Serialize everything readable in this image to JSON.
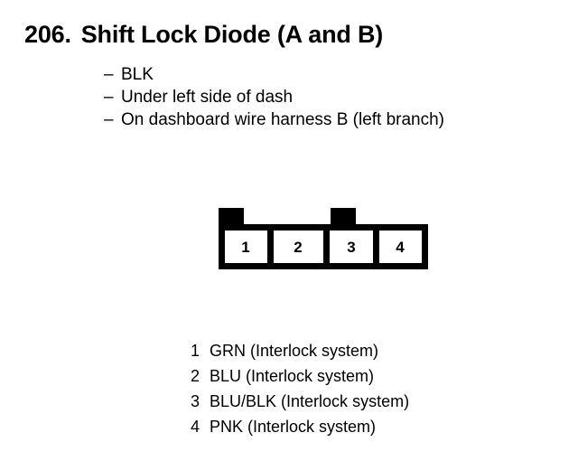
{
  "title": {
    "number": "206.",
    "name": "Shift Lock Diode (A and B)"
  },
  "specs": [
    {
      "dash": "–",
      "text": "BLK"
    },
    {
      "dash": "–",
      "text": "Under left side of dash"
    },
    {
      "dash": "–",
      "text": "On dashboard wire harness B (left branch)"
    }
  ],
  "connector": {
    "cavities": [
      {
        "number": "1"
      },
      {
        "number": "2"
      },
      {
        "number": "3"
      },
      {
        "number": "4"
      }
    ],
    "outline_color": "#000000",
    "fill_color": "#ffffff"
  },
  "pin_legend": [
    {
      "number": "1",
      "text": "GRN (Interlock system)"
    },
    {
      "number": "2",
      "text": "BLU (Interlock system)"
    },
    {
      "number": "3",
      "text": "BLU/BLK (Interlock system)"
    },
    {
      "number": "4",
      "text": "PNK (Interlock system)"
    }
  ]
}
